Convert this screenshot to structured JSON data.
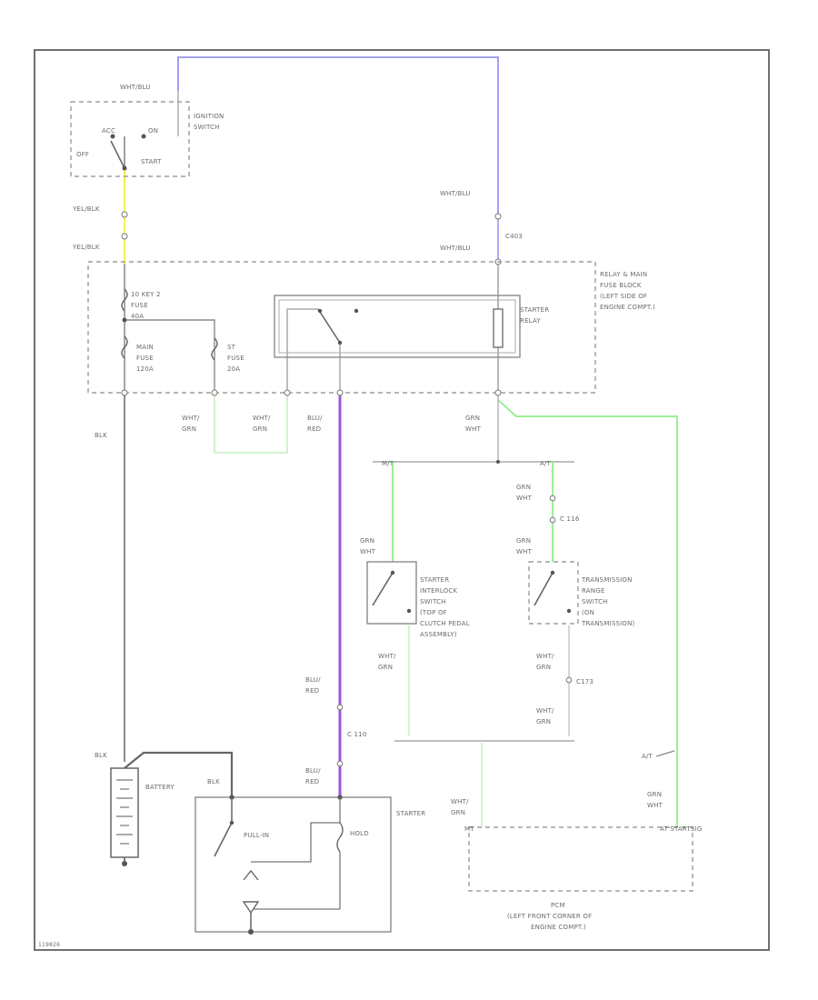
{
  "colors": {
    "wht_blu": "#9b95f0",
    "yel_blk": "#f0f040",
    "blu_red": "#9b59d8",
    "grn_wht": "#90ee88",
    "wht_grn": "#c6f0c0",
    "blk": "#8a8a8a"
  },
  "labels": {
    "ign_top_wire": "WHT/BLU",
    "ign_switch_1": "IGNITION",
    "ign_switch_2": "SWITCH",
    "ign_acc": "ACC",
    "ign_on": "ON",
    "ign_off": "OFF",
    "ign_start": "START",
    "yel_blk_1": "YEL/BLK",
    "yel_blk_2": "YEL/BLK",
    "relay_box_1": "RELAY & MAIN",
    "relay_box_2": "FUSE BLOCK",
    "relay_box_3": "(LEFT SIDE OF",
    "relay_box_4": "ENGINE COMPT.)",
    "fuse_ig_1": "10 KEY 2",
    "fuse_ig_2": "FUSE",
    "fuse_ig_3": "40A",
    "fuse_main_1": "MAIN",
    "fuse_main_2": "FUSE",
    "fuse_main_3": "120A",
    "fuse_st_1": "ST",
    "fuse_st_2": "FUSE",
    "fuse_st_3": "20A",
    "starter_relay_1": "STARTER",
    "starter_relay_2": "RELAY",
    "wht_blu_r1": "WHT/BLU",
    "wht_blu_r2": "WHT/BLU",
    "c403": "C403",
    "wg1_a": "WHT/",
    "wg1_b": "GRN",
    "wg2_a": "WHT/",
    "wg2_b": "GRN",
    "br1_a": "BLU/",
    "br1_b": "RED",
    "gw_relay_a": "GRN",
    "gw_relay_b": "WHT",
    "blk_left": "BLK",
    "mt": "M/T",
    "at_top": "A/T",
    "gw_mt_a": "GRN",
    "gw_mt_b": "WHT",
    "gw_at_a": "GRN",
    "gw_at_b": "WHT",
    "c116": "C 116",
    "gw_at2_a": "GRN",
    "gw_at2_b": "WHT",
    "interlock_1": "STARTER",
    "interlock_2": "INTERLOCK",
    "interlock_3": "SWITCH",
    "interlock_4": "(TOP OF",
    "interlock_5": "CLUTCH PEDAL",
    "interlock_6": "ASSEMBLY)",
    "trs_1": "TRANSMISSION",
    "trs_2": "RANGE",
    "trs_3": "SWITCH",
    "trs_4": "(ON",
    "trs_5": "TRANSMISSION)",
    "wg3_a": "WHT/",
    "wg3_b": "GRN",
    "wg4_a": "WHT/",
    "wg4_b": "GRN",
    "c173": "C173",
    "wg5_a": "WHT/",
    "wg5_b": "GRN",
    "br2_a": "BLU/",
    "br2_b": "RED",
    "c110": "C 110",
    "br3_a": "BLU/",
    "br3_b": "RED",
    "blk_batt_top": "BLK",
    "battery": "BATTERY",
    "blk_starter": "BLK",
    "starter": "STARTER",
    "pull_in": "PULL-IN",
    "hold": "HOLD",
    "wg_pcm_a": "WHT/",
    "wg_pcm_b": "GRN",
    "at_right": "A/T",
    "gw_pcm_a": "GRN",
    "gw_pcm_b": "WHT",
    "pcm_pin_left": "MT",
    "pcm_pin_right": "AT STARTSIG",
    "pcm_1": "PCM",
    "pcm_2": "(LEFT FRONT CORNER OF",
    "pcm_3": "ENGINE COMPT.)",
    "figure_id": "119826"
  }
}
